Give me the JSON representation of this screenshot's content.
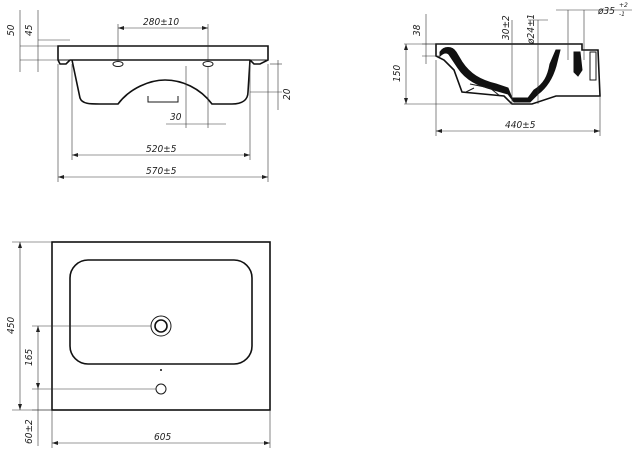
{
  "drawing": {
    "front": {
      "width_dim": "570±5",
      "inner_dim": "520±5",
      "holes_dim": "280±10",
      "offset_dim": "30",
      "height_50": "50",
      "height_45": "45",
      "side_20": "20"
    },
    "side": {
      "height_150": "150",
      "height_38": "38",
      "dim_30": "30±2",
      "dim_24": "ø24±1",
      "dim_35": "ø35",
      "dim_35_tol_up": "+2",
      "dim_35_tol_down": "-1",
      "depth_dim": "440±5"
    },
    "top": {
      "height_450": "450",
      "height_165": "165",
      "height_60": "60±2",
      "width_605": "605"
    }
  }
}
